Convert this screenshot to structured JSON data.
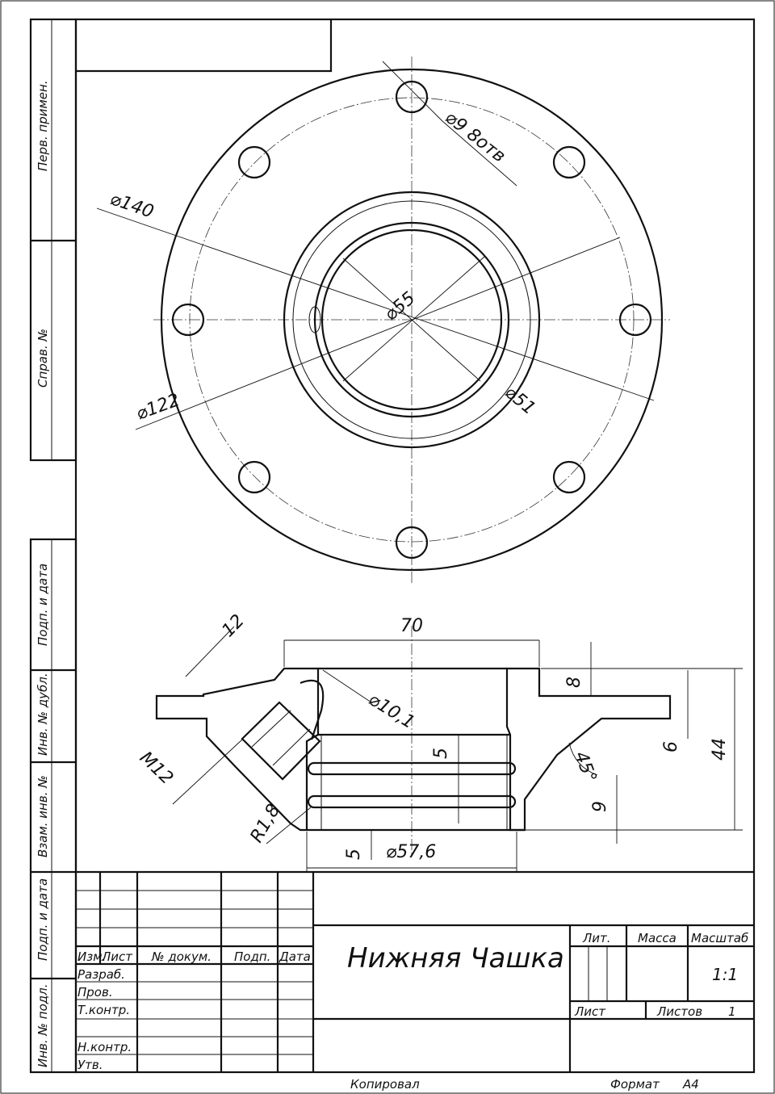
{
  "side_labels": {
    "perv_primen": "Перв. примен.",
    "sprav_no": "Справ. №",
    "podp_data_1": "Подп. и дата",
    "inv_dubl": "Инв. № дубл.",
    "vzam_inv": "Взам. инв. №",
    "podp_data_2": "Подп. и дата",
    "inv_podl": "Инв. № подл."
  },
  "top_view_dims": {
    "holes": "⌀9  8отв",
    "d140": "⌀140",
    "d55": "⌀55",
    "d122": "⌀122",
    "d51": "⌀51"
  },
  "section_view_dims": {
    "w70": "70",
    "t12": "12",
    "d10": "⌀10,1",
    "m12": "M12",
    "r18": "R1,8",
    "d57": "⌀57,6",
    "five_bottom": "5",
    "five_mid": "5",
    "eight": "8",
    "six": "6",
    "nine": "9",
    "fortyfour": "44",
    "angle": "45°"
  },
  "title_block": {
    "title": "Нижняя Чашка",
    "col_izm": "Изм.",
    "col_list": "Лист",
    "col_ndokum": "№ докум.",
    "col_podp": "Подп.",
    "col_data": "Дата",
    "row_razrab": "Разраб.",
    "row_prov": "Пров.",
    "row_tkontr": "Т.контр.",
    "row_nkontr": "Н.контр.",
    "row_utv": "Утв.",
    "lit": "Лит.",
    "massa": "Масса",
    "masshtab": "Масштаб",
    "scale_value": "1:1",
    "list_label": "Лист",
    "listov_label": "Листов",
    "listov_value": "1"
  },
  "footer": {
    "kopiroval": "Копировал",
    "format_label": "Формат",
    "format_value": "А4"
  }
}
